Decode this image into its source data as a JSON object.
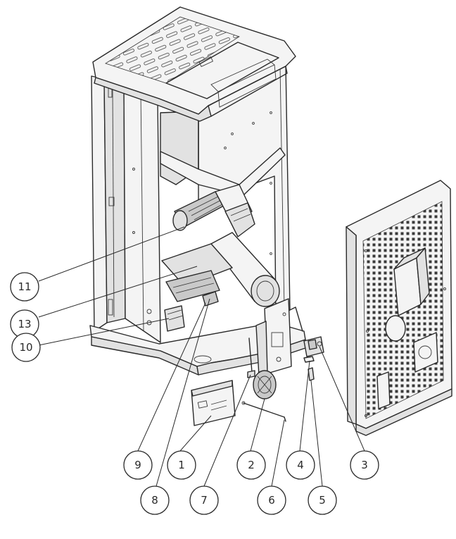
{
  "diagram": {
    "callouts": [
      {
        "id": "11",
        "label": "11"
      },
      {
        "id": "13",
        "label": "13"
      },
      {
        "id": "10",
        "label": "10"
      },
      {
        "id": "9",
        "label": "9"
      },
      {
        "id": "8",
        "label": "8"
      },
      {
        "id": "1",
        "label": "1"
      },
      {
        "id": "7",
        "label": "7"
      },
      {
        "id": "2",
        "label": "2"
      },
      {
        "id": "6",
        "label": "6"
      },
      {
        "id": "4",
        "label": "4"
      },
      {
        "id": "5",
        "label": "5"
      },
      {
        "id": "3",
        "label": "3"
      }
    ],
    "colors": {
      "line": "#2a2a2a",
      "background": "#ffffff"
    }
  }
}
